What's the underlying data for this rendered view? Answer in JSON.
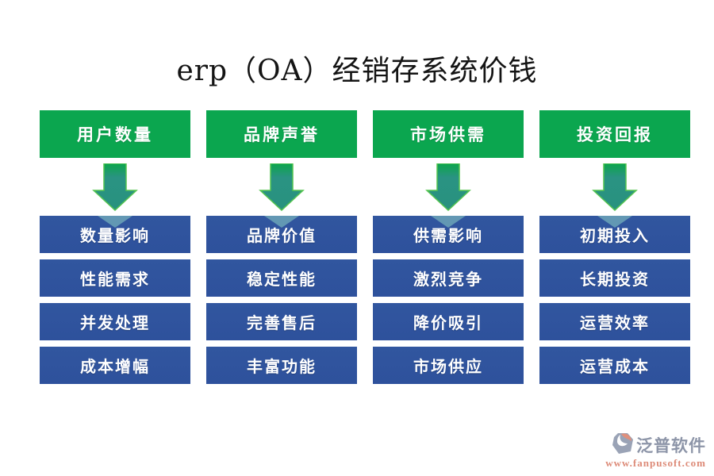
{
  "title": "erp（OA）经销存系统价钱",
  "columns": [
    {
      "header": "用户数量",
      "items": [
        "数量影响",
        "性能需求",
        "并发处理",
        "成本增幅"
      ]
    },
    {
      "header": "品牌声誉",
      "items": [
        "品牌价值",
        "稳定性能",
        "完善售后",
        "丰富功能"
      ]
    },
    {
      "header": "市场供需",
      "items": [
        "供需影响",
        "激烈竞争",
        "降价吸引",
        "市场供应"
      ]
    },
    {
      "header": "投资回报",
      "items": [
        "初期投入",
        "长期投资",
        "运营效率",
        "运营成本"
      ]
    }
  ],
  "footer": {
    "brand": "泛普软件",
    "url": "www.fanpusoft.com"
  },
  "colors": {
    "header_green": "#0ba64f",
    "item_blue": "#30549e",
    "arrow_teal": "#2a9383",
    "arrow_outline_green": "#54c44f",
    "reflection_teal": "#8ccfc4",
    "brand_gray": "#8d95a8",
    "url_salmon": "#dd8a77",
    "title_black": "#141414"
  }
}
